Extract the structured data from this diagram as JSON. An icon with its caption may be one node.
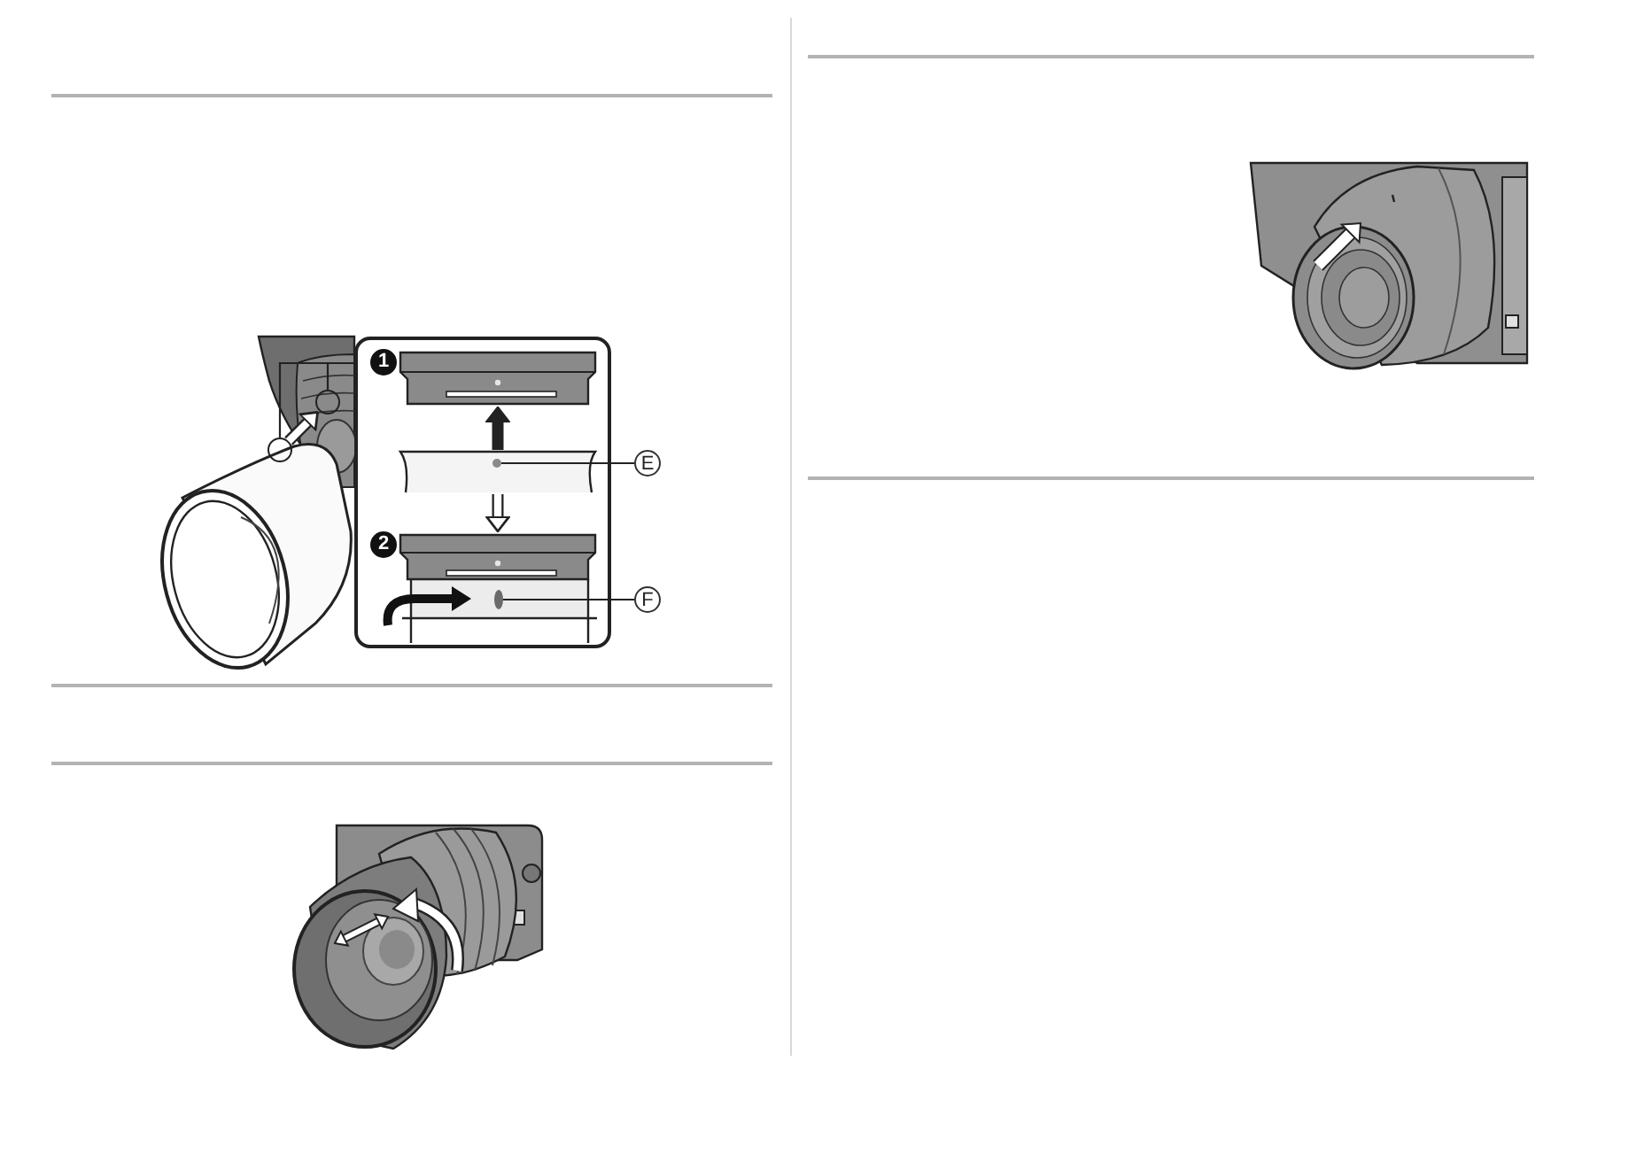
{
  "diagram": {
    "nodes": [
      {
        "text": [],
        "shape": "circle"
      },
      {
        "text": [],
        "shape": "circle"
      },
      {
        "text": [
          "1",
          "2"
        ]
      },
      {
        "text": [],
        "shape": "picture",
        "in": 2
      },
      {
        "text": [],
        "shape": "picture",
        "in": 2
      },
      {
        "text": [],
        "shape": "dot",
        "in": 4
      },
      {
        "text": [
          "E"
        ]
      },
      {
        "text": [],
        "shape": "picture",
        "in": 2
      },
      {
        "text": [],
        "shape": "ellipse",
        "in": 7
      },
      {
        "text": [
          "F"
        ]
      }
    ],
    "edges": [
      {
        "from": 2,
        "to": 0,
        "arrow": "none"
      },
      {
        "from": 2,
        "to": 1,
        "arrow": "none"
      },
      {
        "from": 0,
        "to": 1,
        "arrow": "to",
        "style": "thick",
        "color": "#ffffff"
      },
      {
        "from": 4,
        "to": 3,
        "arrow": "to",
        "style": "thick"
      },
      {
        "from": 6,
        "to": 5,
        "arrow": "none"
      },
      {
        "from": 4,
        "to": 7,
        "arrow": "to",
        "style": "thick",
        "color": "#ffffff"
      },
      {
        "from": 9,
        "to": 8,
        "arrow": "none"
      }
    ]
  }
}
